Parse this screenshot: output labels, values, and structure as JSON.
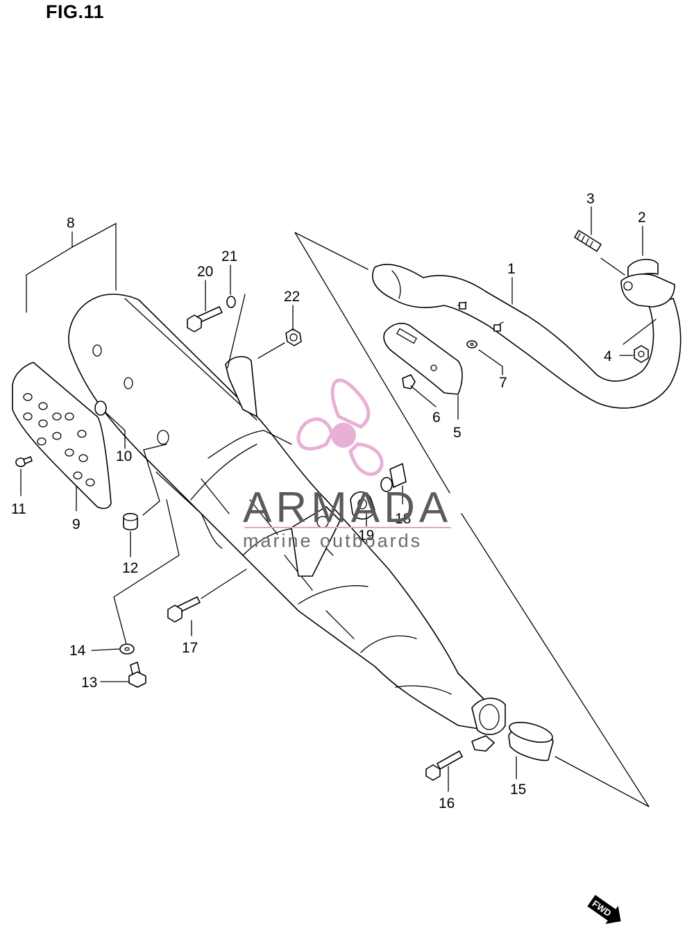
{
  "figure": {
    "title": "FIG.11"
  },
  "callouts": [
    {
      "id": "1",
      "label": "1"
    },
    {
      "id": "2",
      "label": "2"
    },
    {
      "id": "3",
      "label": "3"
    },
    {
      "id": "4",
      "label": "4"
    },
    {
      "id": "5",
      "label": "5"
    },
    {
      "id": "6",
      "label": "6"
    },
    {
      "id": "7",
      "label": "7"
    },
    {
      "id": "8",
      "label": "8"
    },
    {
      "id": "9",
      "label": "9"
    },
    {
      "id": "10",
      "label": "10"
    },
    {
      "id": "11",
      "label": "11"
    },
    {
      "id": "12",
      "label": "12"
    },
    {
      "id": "13",
      "label": "13"
    },
    {
      "id": "14",
      "label": "14"
    },
    {
      "id": "15",
      "label": "15"
    },
    {
      "id": "16",
      "label": "16"
    },
    {
      "id": "17",
      "label": "17"
    },
    {
      "id": "18",
      "label": "18"
    },
    {
      "id": "19",
      "label": "19"
    },
    {
      "id": "20",
      "label": "20"
    },
    {
      "id": "21",
      "label": "21"
    },
    {
      "id": "22",
      "label": "22"
    }
  ],
  "watermark": {
    "brand": "ARMADA",
    "tagline": "marine outboards",
    "icon": "propeller-logo-icon",
    "color": "#e6a3cf"
  },
  "direction_badge": {
    "label": "FWD",
    "icon": "arrow-right-icon"
  }
}
